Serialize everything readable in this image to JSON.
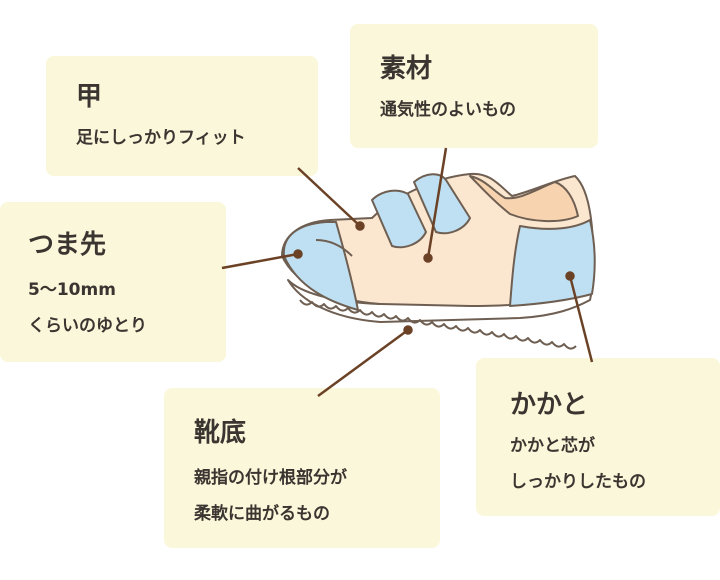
{
  "labels": {
    "instep": {
      "title": "甲",
      "lines": [
        "足にしっかりフィット"
      ]
    },
    "material": {
      "title": "素材",
      "lines": [
        "通気性のよいもの"
      ]
    },
    "toe": {
      "title": "つま先",
      "lines": [
        "5〜10mm",
        "くらいのゆとり"
      ]
    },
    "sole": {
      "title": "靴底",
      "lines": [
        "親指の付け根部分が",
        "柔軟に曲がるもの"
      ]
    },
    "heel": {
      "title": "かかと",
      "lines": [
        "かかと芯が",
        "しっかりしたもの"
      ]
    }
  },
  "colors": {
    "card_bg": "#fbf7da",
    "leader": "#6b4226",
    "shoe_body": "#fbe6cf",
    "shoe_blue": "#bfe0f2",
    "outline": "#6e5f52"
  }
}
